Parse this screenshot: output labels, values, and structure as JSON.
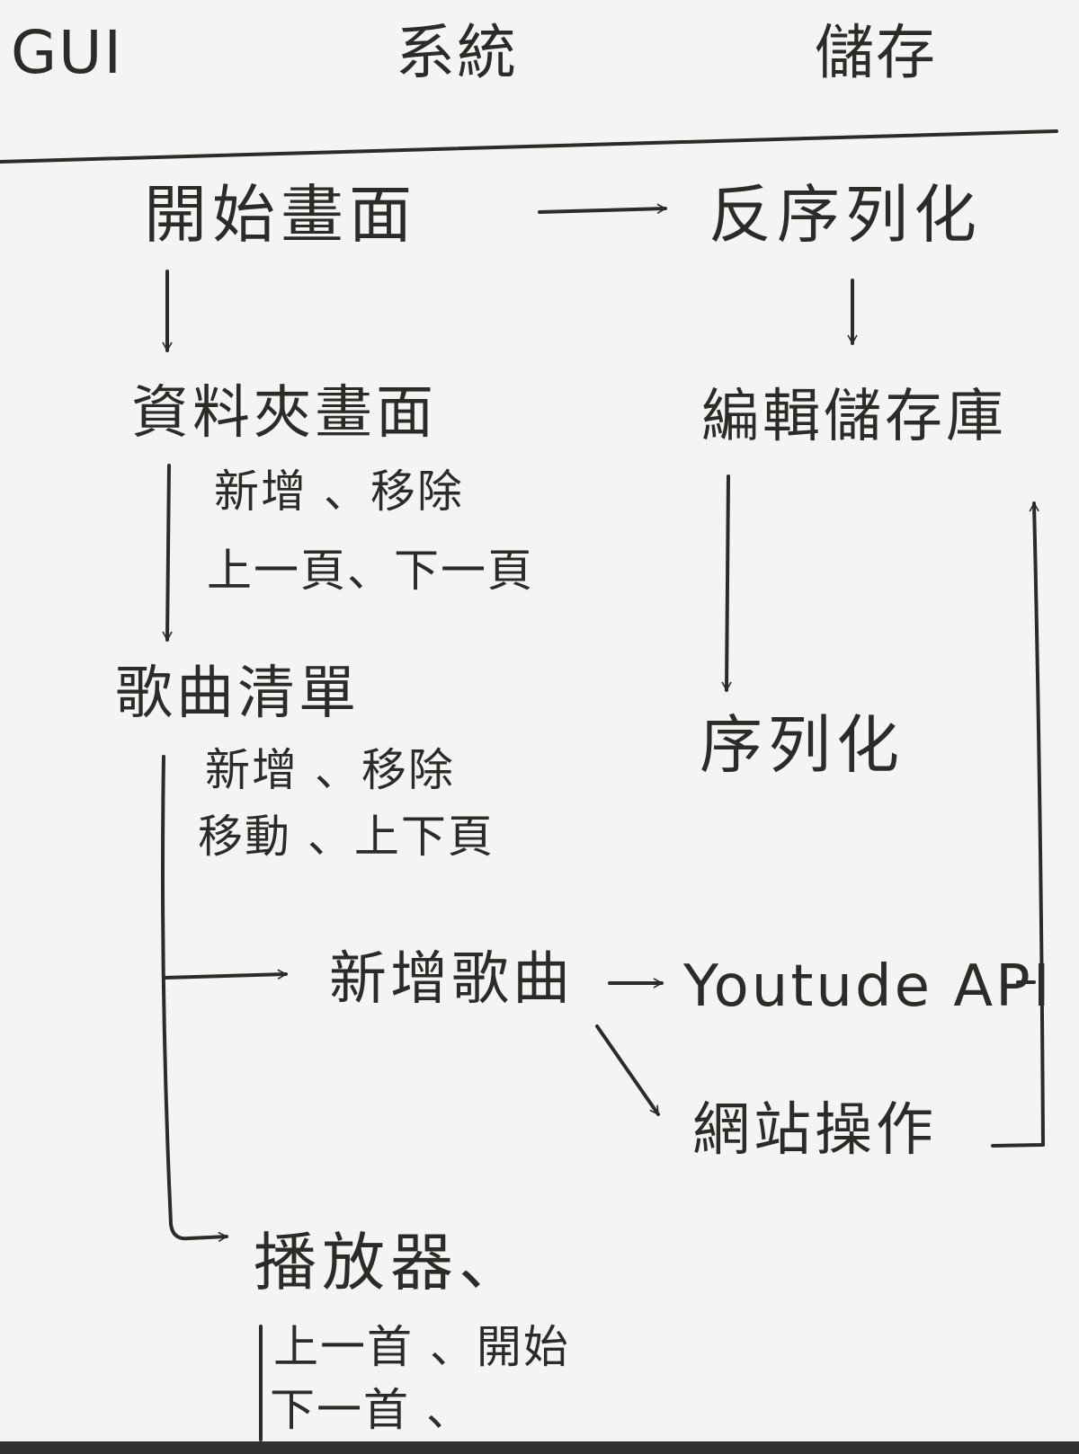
{
  "headers": {
    "gui": "GUI",
    "system": "系統",
    "storage": "儲存"
  },
  "nodes": {
    "start_screen": "開始畫面",
    "deserialize": "反序列化",
    "folder_screen": "資料夾畫面",
    "edit_repository": "編輯儲存庫",
    "song_list": "歌曲清單",
    "serialize": "序列化",
    "add_song": "新增歌曲",
    "youtube_api": "Youtude API",
    "web_operation": "網站操作",
    "player": "播放器、"
  },
  "notes": {
    "folder_actions_1": "新增 、移除",
    "folder_actions_2": "上一頁、下一頁",
    "song_actions_1": "新增 、移除",
    "song_actions_2": "移動 、上下頁",
    "player_actions_1": "上一首 、開始",
    "player_actions_2": "下一首 、"
  },
  "colors": {
    "ink": "#2b2b28",
    "paper": "#f4f4f2",
    "bar": "#2f3130"
  }
}
